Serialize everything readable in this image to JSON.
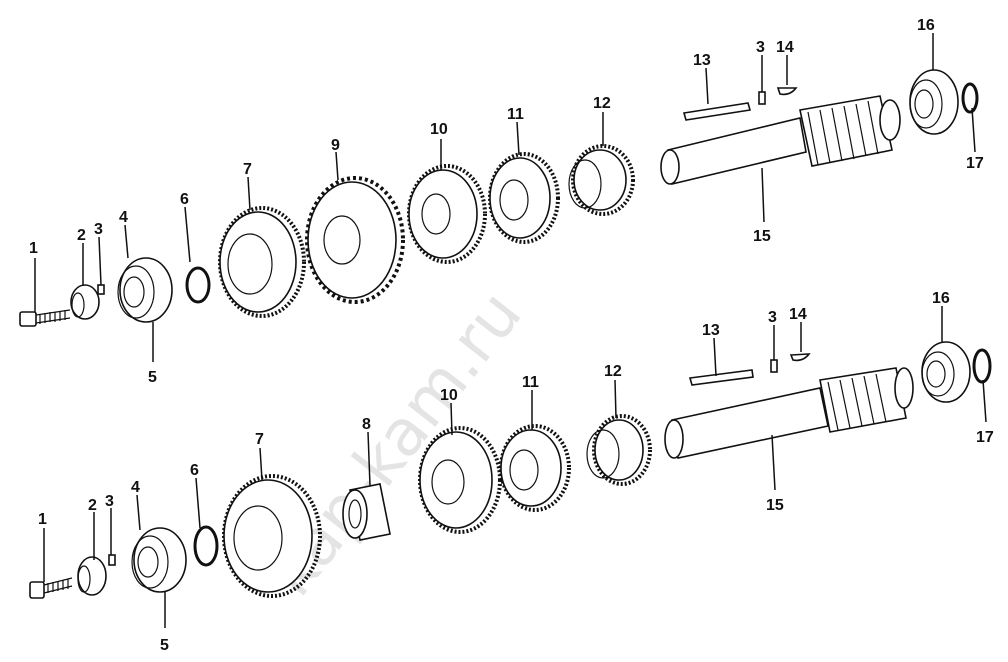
{
  "watermark": "kap-kam.ru",
  "assembly_top": {
    "labels": [
      "1",
      "2",
      "3",
      "4",
      "5",
      "6",
      "7",
      "9",
      "10",
      "11",
      "12",
      "13",
      "3",
      "14",
      "15",
      "16",
      "17"
    ]
  },
  "assembly_bottom": {
    "labels": [
      "1",
      "2",
      "3",
      "4",
      "5",
      "6",
      "7",
      "8",
      "10",
      "11",
      "12",
      "13",
      "3",
      "14",
      "15",
      "16",
      "17"
    ]
  },
  "colors": {
    "ink": "#111111",
    "paper": "#ffffff",
    "watermark": "#cfcfcf"
  }
}
